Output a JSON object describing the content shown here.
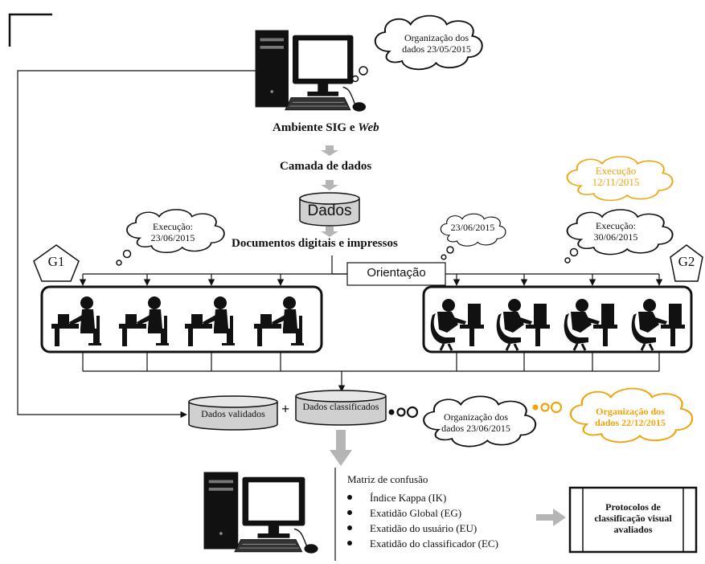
{
  "top_cloud": {
    "line1": "Organização dos",
    "line2": "dados 23/05/2015"
  },
  "env_label_prefix": "Ambiente  SIG e ",
  "env_label_italic": "Web",
  "layer_label": "Camada  de dados",
  "dados_db": "Dados",
  "docs_label": "Documentos digitais  e impressos",
  "cloud_g1": {
    "line1": "Execução:",
    "line2": "23/06/2015"
  },
  "cloud_mid": {
    "line1": "23/06/2015"
  },
  "cloud_g2_orange": {
    "line1": "Execução",
    "line2": "12/11/2015"
  },
  "cloud_g2": {
    "line1": "Execução:",
    "line2": "30/06/2015"
  },
  "g1_label": "G1",
  "g2_label": "G2",
  "orientacao": "Orientação",
  "validated_db": "Dados validados",
  "plus": "+",
  "classified_db": "Dados classificados",
  "cloud_bottom": {
    "line1": "Organização  dos",
    "line2": "dados 23/06/2015"
  },
  "cloud_bottom_orange": {
    "line1": "Organização dos",
    "line2": "dados 22/12/2015"
  },
  "matrix": {
    "title": "Matriz  de confusão",
    "items": [
      "Índice  Kappa (IK)",
      "Exatidão  Global  (EG)",
      "Exatidão   do usuário  (EU)",
      "Exatidão   do classificador  (EC)"
    ]
  },
  "protocol_box": {
    "line1": "Protocolos de",
    "line2": "classificação visual",
    "line3": "avaliados"
  },
  "colors": {
    "orange": "#f0a30a",
    "gray_arrow": "#b5b5b5",
    "db_fill": "#d0d0d0"
  },
  "icons": [
    "computer-icon",
    "person-at-desk-icon",
    "person-at-computer-icon",
    "database-icon",
    "thought-cloud-icon"
  ]
}
